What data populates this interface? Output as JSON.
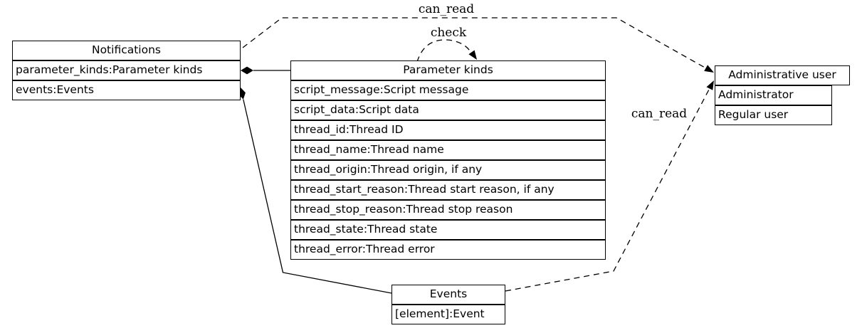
{
  "diagram": {
    "background": "#ffffff",
    "stroke_color": "#000000",
    "nodes": {
      "notifications": {
        "title": "Notifications",
        "fields": [
          "parameter_kinds:Parameter kinds",
          "events:Events"
        ]
      },
      "parameter_kinds": {
        "title": "Parameter kinds",
        "fields": [
          "script_message:Script message",
          "script_data:Script data",
          "thread_id:Thread ID",
          "thread_name:Thread name",
          "thread_origin:Thread origin, if any",
          "thread_start_reason:Thread start reason, if any",
          "thread_stop_reason:Thread stop reason",
          "thread_state:Thread state",
          "thread_error:Thread error"
        ]
      },
      "administrative_user": {
        "title": "Administrative user",
        "fields": [
          "Administrator",
          "Regular user"
        ]
      },
      "events": {
        "title": "Events",
        "fields": [
          "[element]:Event"
        ]
      }
    },
    "edge_labels": {
      "can_read_top": "can_read",
      "check": "check",
      "can_read_bottom": "can_read"
    },
    "edges": [
      {
        "from": "notifications",
        "to": "administrative_user",
        "label": "can_read",
        "style": "dashed",
        "head": "arrow"
      },
      {
        "from": "parameter_kinds",
        "to": "parameter_kinds",
        "label": "check",
        "style": "dashed",
        "head": "arrow"
      },
      {
        "from": "notifications",
        "to": "parameter_kinds",
        "style": "solid",
        "tail": "filled-diamond"
      },
      {
        "from": "notifications",
        "to": "events",
        "style": "solid",
        "tail": "filled-diamond"
      },
      {
        "from": "events",
        "to": "administrative_user",
        "label": "can_read",
        "style": "dashed",
        "head": "arrow"
      }
    ]
  }
}
